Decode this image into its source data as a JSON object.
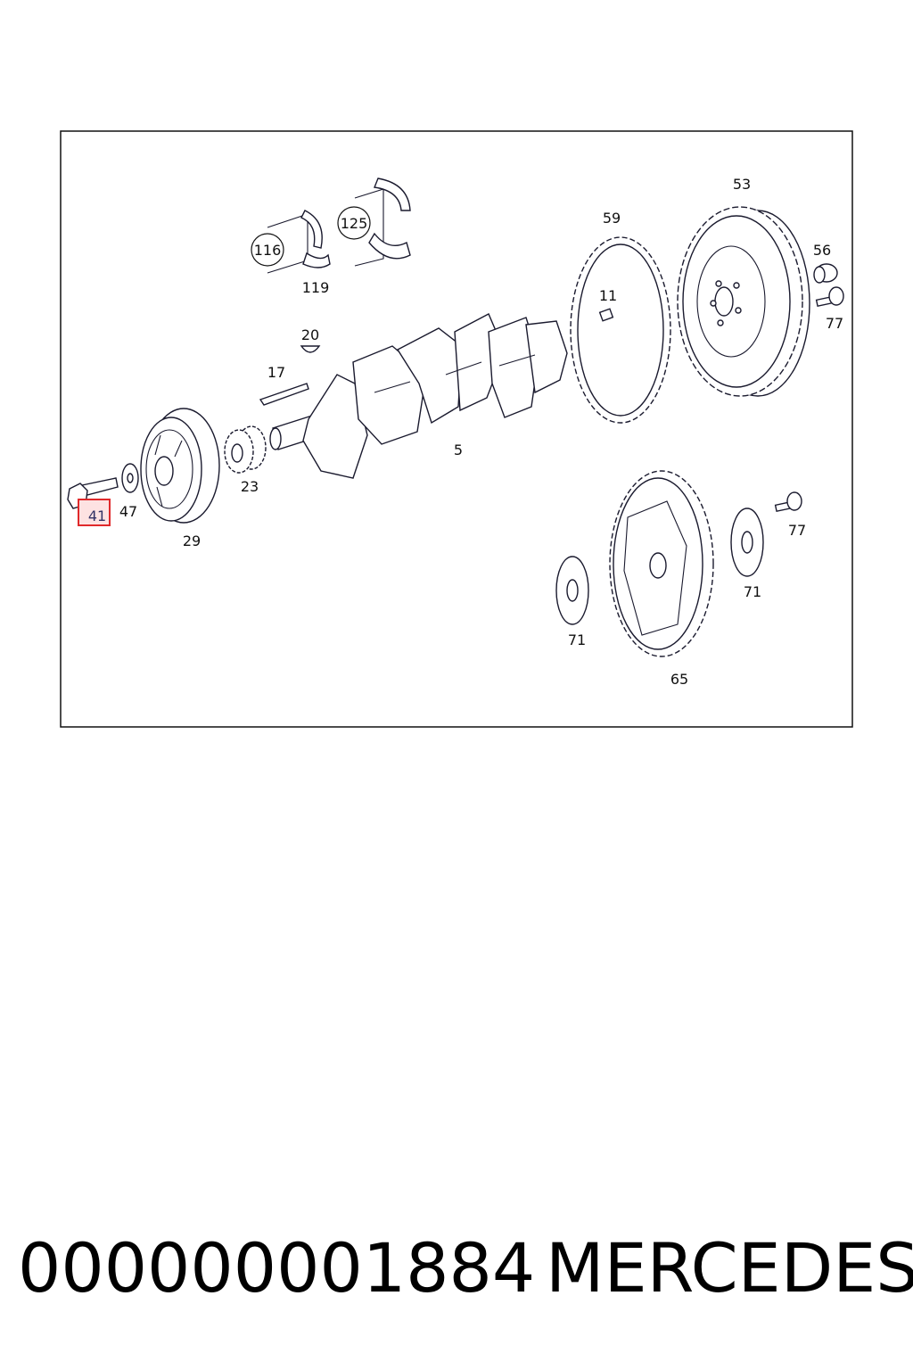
{
  "diagram": {
    "highlight_color": "#e0292b",
    "callouts": {
      "c116": "116",
      "c125": "125",
      "c119": "119",
      "c20": "20",
      "c17": "17",
      "c59": "59",
      "c53": "53",
      "c56": "56",
      "c11": "11",
      "c77a": "77",
      "c5": "5",
      "c23": "23",
      "c29": "29",
      "c47": "47",
      "c41": "41",
      "c77b": "77",
      "c71a": "71",
      "c71b": "71",
      "c65": "65"
    }
  },
  "footer": {
    "part_number": "000000001884",
    "brand": "MERCEDES"
  }
}
